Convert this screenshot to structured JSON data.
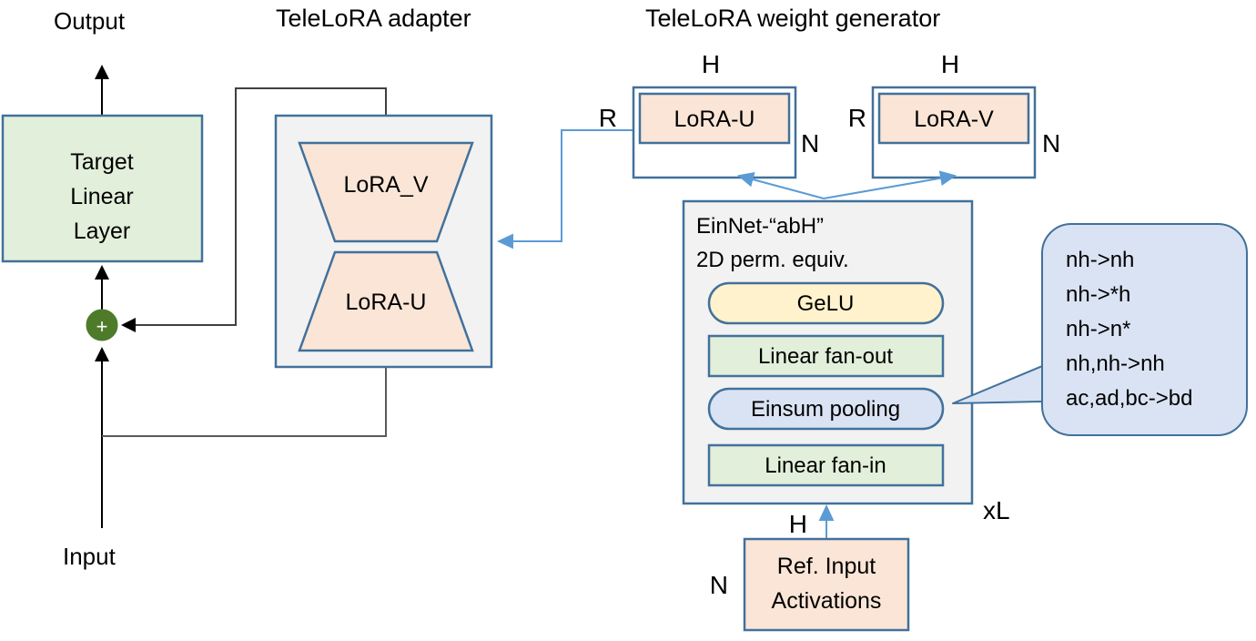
{
  "titles": {
    "adapter": "TeleLoRA adapter",
    "generator": "TeleLoRA weight generator"
  },
  "flow": {
    "output_label": "Output",
    "input_label": "Input",
    "add_symbol": "+"
  },
  "target_layer": {
    "line1": "Target",
    "line2": "Linear",
    "line3": "Layer",
    "fill": "#E2EFDA",
    "stroke": "#41719C"
  },
  "adapter": {
    "fill": "#F2F2F2",
    "stroke": "#41719C",
    "lora_v": "LoRA_V",
    "lora_u": "LoRA-U",
    "trapezoid_fill": "#FBE5D6"
  },
  "generator": {
    "lora_u": {
      "label": "LoRA-U",
      "dim_top": "H",
      "dim_left": "R",
      "dim_right": "N"
    },
    "lora_v": {
      "label": "LoRA-V",
      "dim_top": "H",
      "dim_left": "R",
      "dim_right": "N"
    },
    "matrix_fill": "#FBE5D6",
    "outer_fill": "#FFFFFF",
    "stroke": "#41719C"
  },
  "einnet": {
    "title_line1": "EinNet-“abH”",
    "title_line2": "2D perm. equiv.",
    "repeat_label": "xL",
    "panel_fill": "#F2F2F2",
    "blocks": [
      {
        "label": "GeLU",
        "fill": "#FFF2CC",
        "shape": "pill"
      },
      {
        "label": "Linear fan-out",
        "fill": "#E2EFDA",
        "shape": "rect"
      },
      {
        "label": "Einsum pooling",
        "fill": "#DAE3F3",
        "shape": "pill"
      },
      {
        "label": "Linear fan-in",
        "fill": "#E2EFDA",
        "shape": "rect"
      }
    ]
  },
  "ref_input": {
    "line1": "Ref. Input",
    "line2": "Activations",
    "dim_top": "H",
    "dim_left": "N",
    "fill": "#FBE5D6",
    "stroke": "#41719C"
  },
  "callout": {
    "fill": "#DAE3F3",
    "stroke": "#41719C",
    "lines": [
      "nh->nh",
      "nh->*h",
      "nh->n*",
      "nh,nh->nh",
      "ac,ad,bc->bd"
    ]
  },
  "colors": {
    "arrow_black": "#000000",
    "arrow_blue": "#5B9BD5",
    "line_gray": "#595959",
    "plus_circle": "#4E7B2A"
  }
}
